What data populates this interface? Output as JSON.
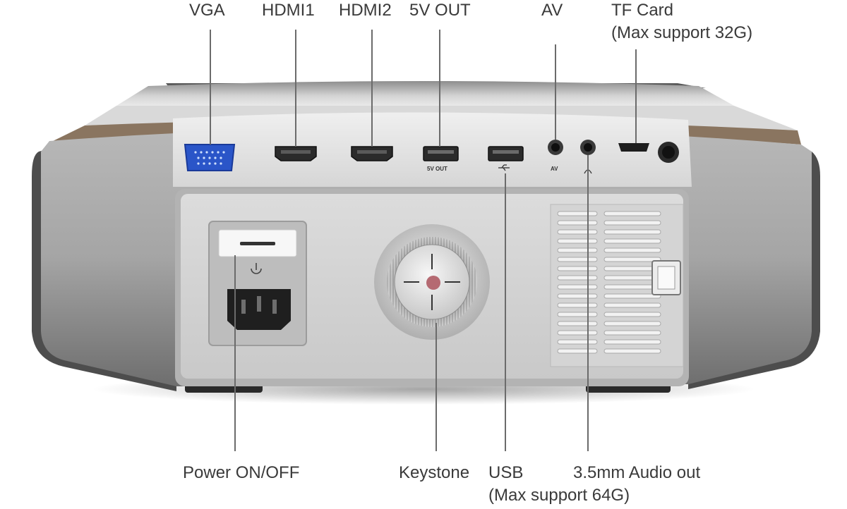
{
  "labels": {
    "vga": "VGA",
    "hdmi1": "HDMI1",
    "hdmi2": "HDMI2",
    "five_v_out": "5V OUT",
    "av": "AV",
    "tf_card": "TF Card",
    "tf_card_note": "(Max support 32G)",
    "power": "Power ON/OFF",
    "keystone": "Keystone",
    "usb": "USB",
    "usb_note": "(Max support 64G)",
    "audio_out": "3.5mm Audio out"
  },
  "port_marks": {
    "five_v_out": "5V OUT",
    "av": "AV"
  },
  "colors": {
    "vga_port": "#2a55c8",
    "keystone_dot": "#b56a72",
    "body_silver": "#c8c8c8",
    "trim_bronze": "#8a7560"
  },
  "icons": [
    "power-icon",
    "usb-icon",
    "headphone-icon"
  ]
}
